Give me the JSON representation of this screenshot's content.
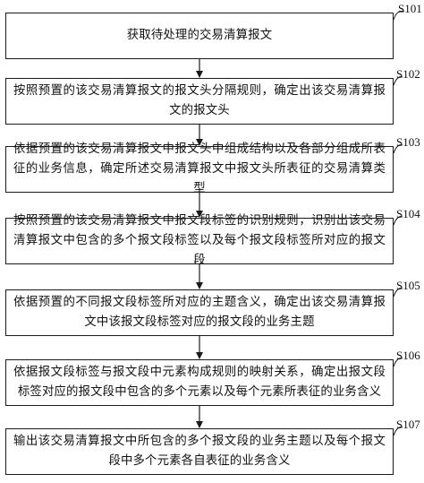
{
  "steps": [
    {
      "id": "S101",
      "text": "获取待处理的交易清算报文"
    },
    {
      "id": "S102",
      "text": "按照预置的该交易清算报文的报文头分隔规则，确定出该交易清算报文的报文头"
    },
    {
      "id": "S103",
      "text": "依据预置的该交易清算报文中报文头中组成结构以及各部分组成所表征的业务信息，确定所述交易清算报文中报文头所表征的交易清算类型"
    },
    {
      "id": "S104",
      "text": "按照预置的该交易清算报文中报文段标签的识别规则，识别出该交易清算报文中包含的多个报文段标签以及每个报文段标签所对应的报文段"
    },
    {
      "id": "S105",
      "text": "依据预置的不同报文段标签所对应的主题含义，确定出该交易清算报文中该报文段标签对应的报文段的业务主题"
    },
    {
      "id": "S106",
      "text": "依据报文段标签与报文段中元素构成规则的映射关系，确定出报文段标签对应的报文段中包含的多个元素以及每个元素所表征的业务含义"
    },
    {
      "id": "S107",
      "text": "输出该交易清算报文中所包含的多个报文段的业务主题以及每个报文段中多个元素各自表征的业务含义"
    }
  ]
}
